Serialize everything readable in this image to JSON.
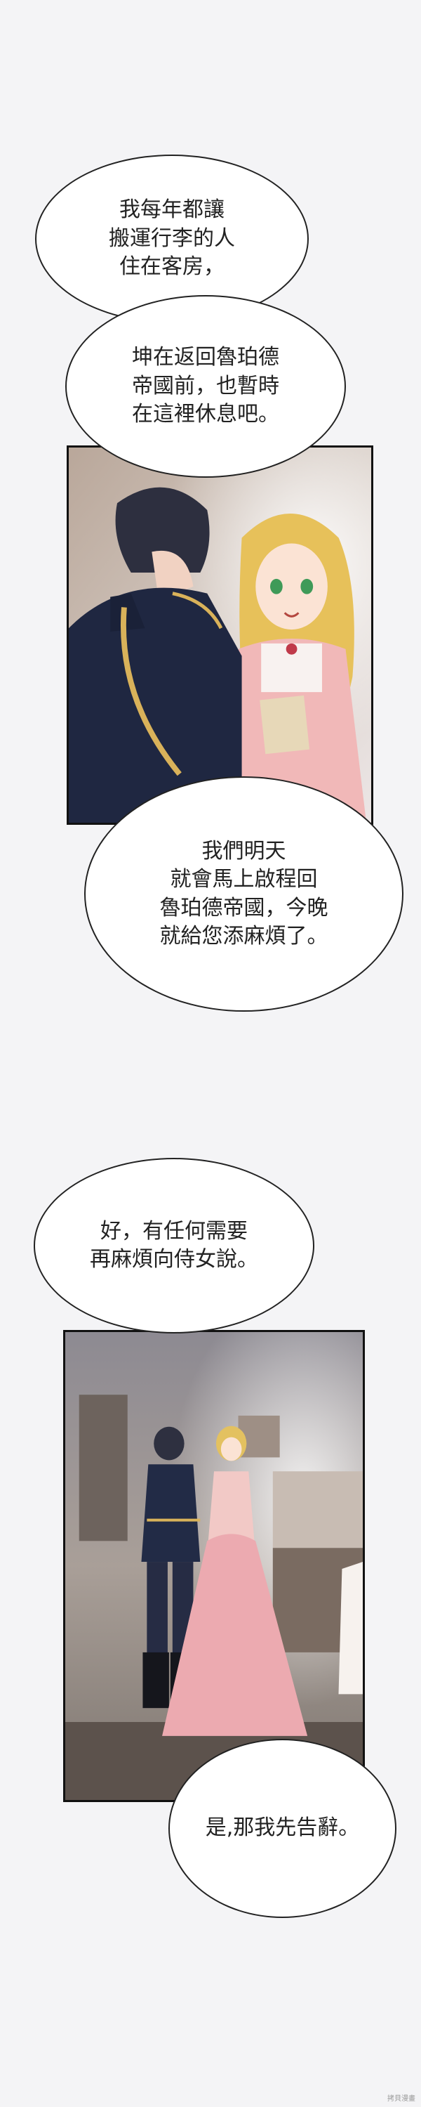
{
  "bubbles": {
    "b1": "我每年都讓\n搬運行李的人\n住在客房，",
    "b2": "坤在返回魯珀德\n帝國前，也暫時\n在這裡休息吧。",
    "b3": "我們明天\n就會馬上啟程回\n魯珀德帝國，今晚\n就給您添麻煩了。",
    "b4": "好，有任何需要\n再麻煩向侍女說。",
    "b5": "是,那我先告辭。"
  },
  "watermark": "拷貝漫畫"
}
